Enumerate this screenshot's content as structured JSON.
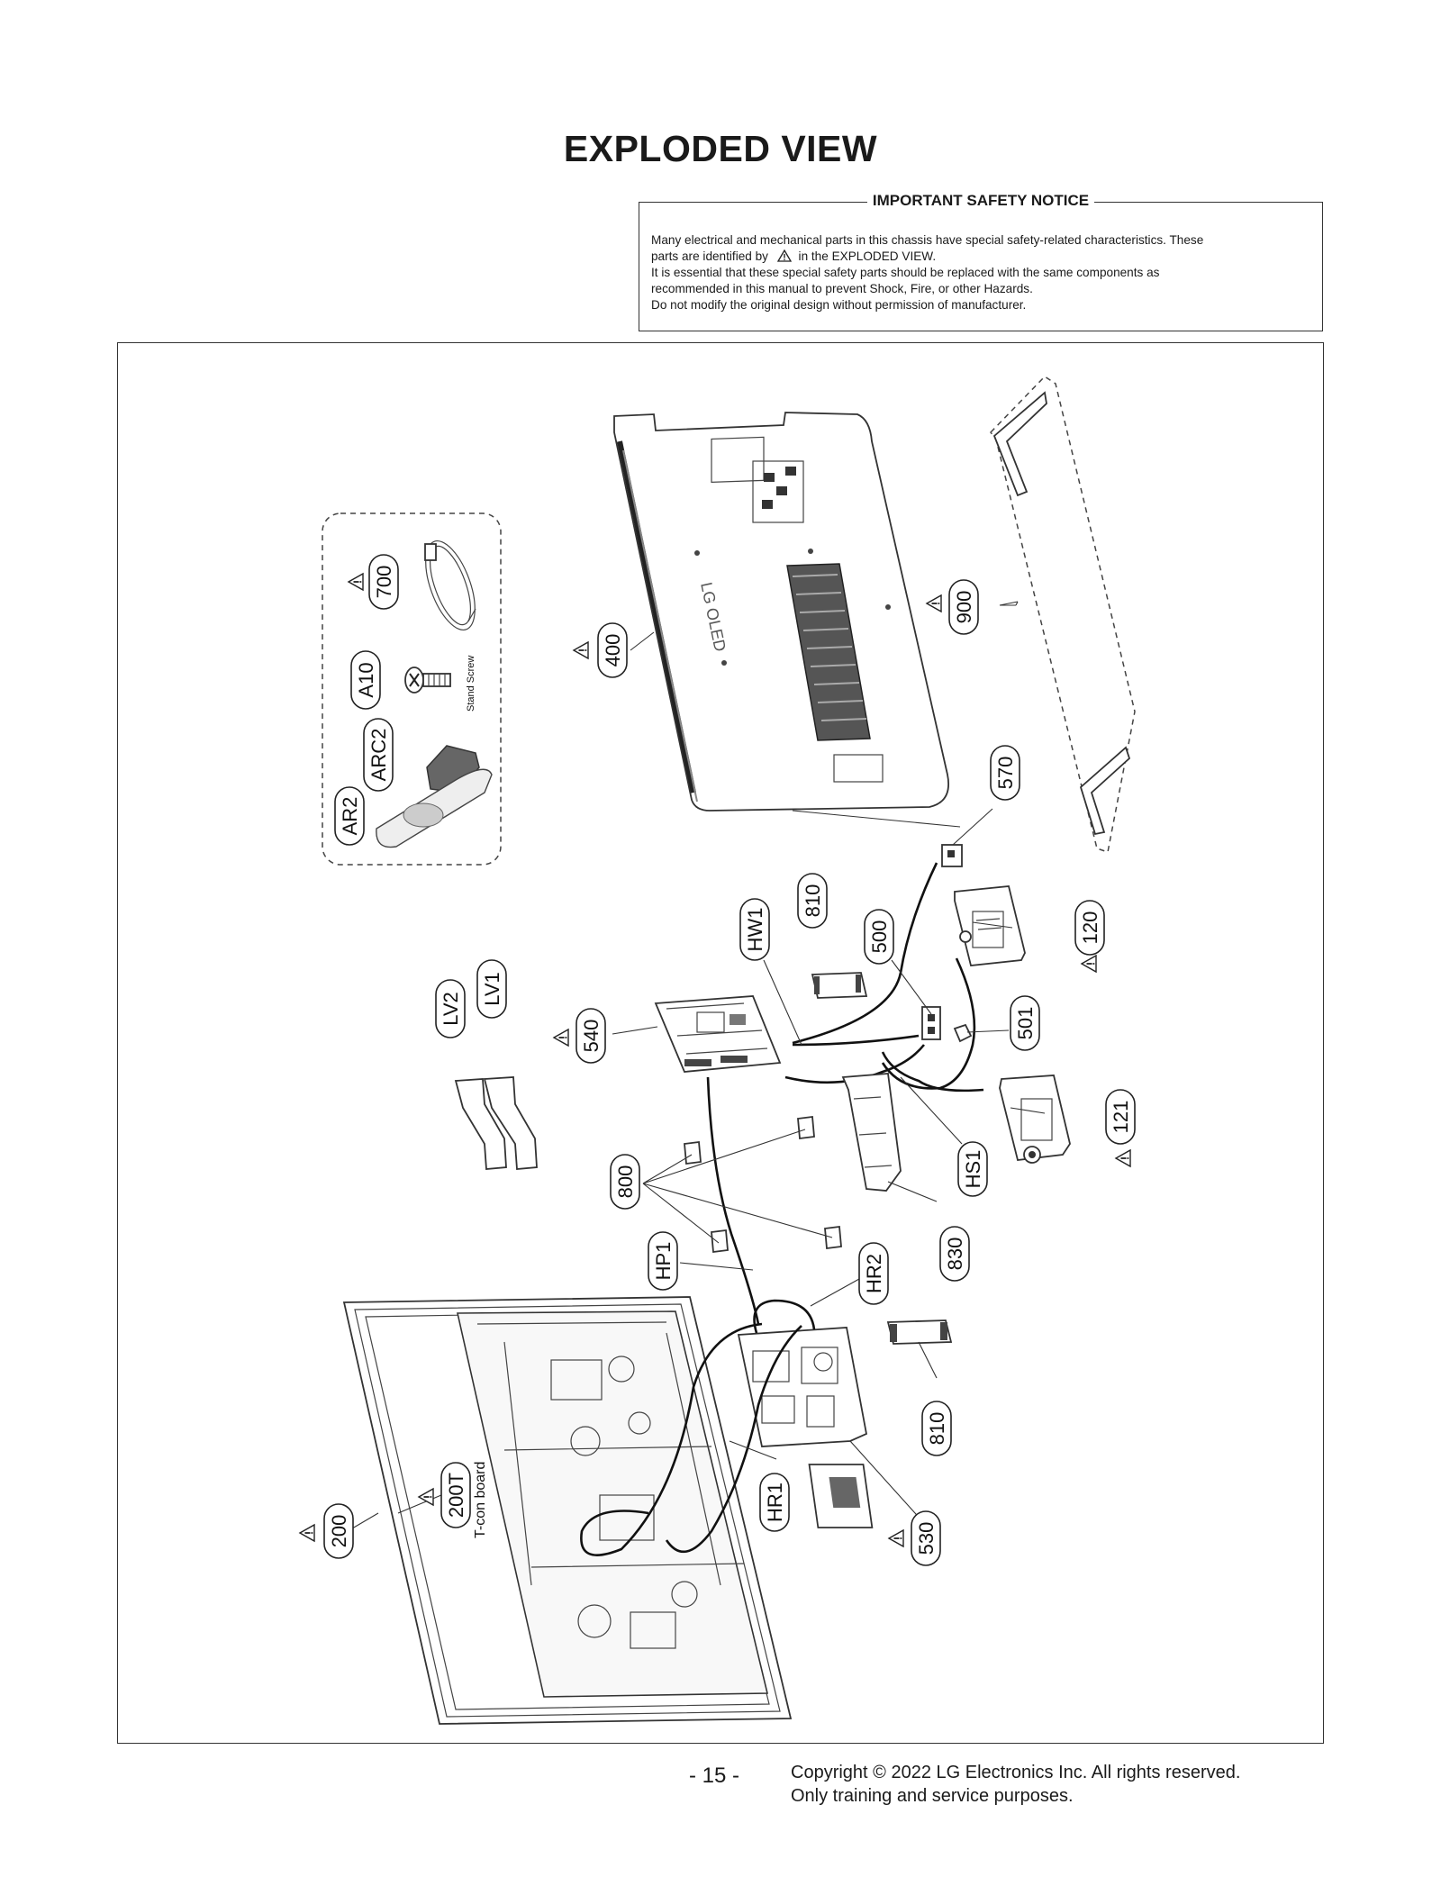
{
  "title": "EXPLODED VIEW",
  "notice": {
    "heading": "IMPORTANT SAFETY NOTICE",
    "line1": "Many electrical and mechanical parts in this chassis have special safety-related characteristics. These",
    "line2a": "parts are identified by",
    "line2b": "in the EXPLODED VIEW.",
    "line3": "It is essential that these special safety parts should be replaced with the same components as",
    "line4": "recommended in this manual to prevent Shock, Fire, or other Hazards.",
    "line5": "Do not modify the original design without permission of manufacturer."
  },
  "diagram": {
    "brand_logo": "LG OLED",
    "stand_screw_label": "Stand Screw",
    "tcon_label": "T-con board",
    "labels": {
      "p700": "700",
      "pA10": "A10",
      "pARC2": "ARC2",
      "pAR2": "AR2",
      "p400": "400",
      "p900": "900",
      "p570": "570",
      "p120": "120",
      "p810a": "810",
      "pHW1": "HW1",
      "p500": "500",
      "p501": "501",
      "p540": "540",
      "p121": "121",
      "pHS1": "HS1",
      "pLV2": "LV2",
      "pLV1": "LV1",
      "p800": "800",
      "p830": "830",
      "pHP1": "HP1",
      "pHR2": "HR2",
      "p810b": "810",
      "p200": "200",
      "p200T": "200T",
      "pHR1": "HR1",
      "p530": "530"
    }
  },
  "footer": {
    "page": "- 15 -",
    "copyright": "Copyright © 2022 LG Electronics Inc. All rights reserved.",
    "purpose": "Only training and service purposes."
  }
}
